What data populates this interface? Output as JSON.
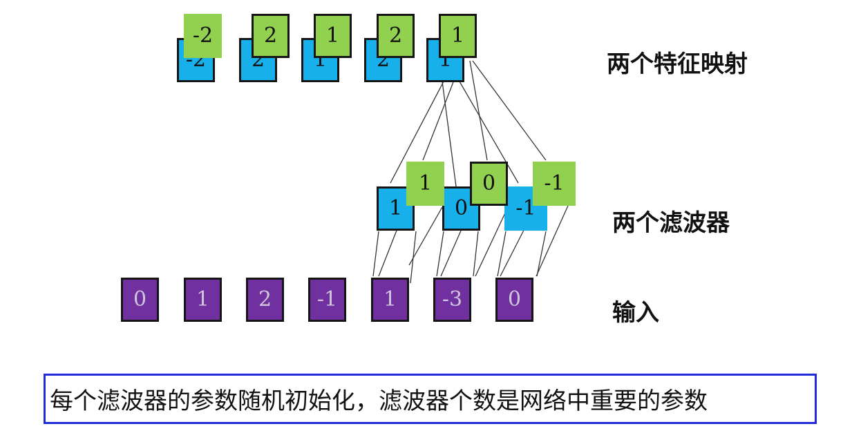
{
  "labels": {
    "feature_maps": "两个特征映射",
    "filters": "两个滤波器",
    "input": "输入"
  },
  "feature_maps": {
    "map1": [
      "-2",
      "2",
      "1",
      "2",
      "1"
    ],
    "map2": [
      "-2",
      "2",
      "1",
      "2",
      "1"
    ]
  },
  "filters": {
    "filter1": [
      "1",
      "0",
      "-1"
    ],
    "filter2": [
      "1",
      "0",
      "-1"
    ]
  },
  "input": [
    "0",
    "1",
    "2",
    "-1",
    "1",
    "-3",
    "0"
  ],
  "caption": "每个滤波器的参数随机初始化，滤波器个数是网络中重要的参数",
  "colors": {
    "filter1_map1": "#17b0ea",
    "filter2_map2": "#92d050",
    "input": "#7030a0",
    "caption_border": "#1f2bd6"
  }
}
